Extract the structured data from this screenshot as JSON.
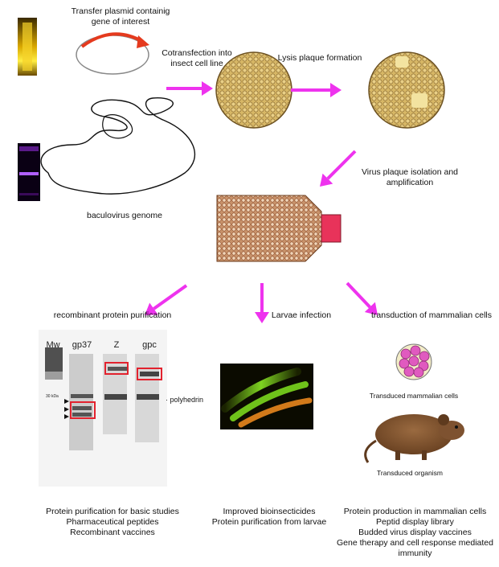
{
  "labels": {
    "transfer_plasmid": "Transfer plasmid containig\ngene of interest",
    "cotransfection": "Cotransfection into\ninsect cell line",
    "lysis_plaque": "Lysis plaque formation",
    "baculovirus_genome": "baculovirus genome",
    "virus_plaque": "Virus plaque isolation and\namplification",
    "recombinant_purification": "recombinant protein purification",
    "larvae_infection": "Larvae infection",
    "transduction": "transduction of mammalian cells",
    "transduced_cells": "Transduced mammalian cells",
    "transduced_organism": "Transduced organism",
    "polyhedrin": "polyhedrin"
  },
  "gel": {
    "lanes": [
      "Mw",
      "gp37",
      "Z",
      "gpc"
    ],
    "marker": "30 kDa"
  },
  "applications": {
    "left": [
      "Protein purification for basic studies",
      "Pharmaceutical peptides",
      "Recombinant vaccines"
    ],
    "middle": [
      "Improved bioinsecticides",
      "Protein purification from larvae"
    ],
    "right": [
      "Protein production in mammalian cells",
      "Peptid display library",
      "Budded virus display vaccines",
      "Gene therapy and cell response mediated immunity"
    ]
  },
  "colors": {
    "arrow": "#ee33ee",
    "plate_fill": "#c9a654",
    "flask_cap": "#e8335a",
    "plasmid_insert": "#e53a1e",
    "highlight_box": "#e2222e"
  }
}
